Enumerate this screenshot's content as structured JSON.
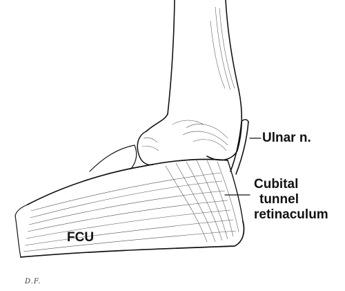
{
  "labels": {
    "ulnar_nerve": "Ulnar n.",
    "cubital_tunnel_retinaculum": [
      "Cubital",
      "tunnel",
      "retinaculum"
    ],
    "fcu": "FCU"
  },
  "signature": "D.F."
}
